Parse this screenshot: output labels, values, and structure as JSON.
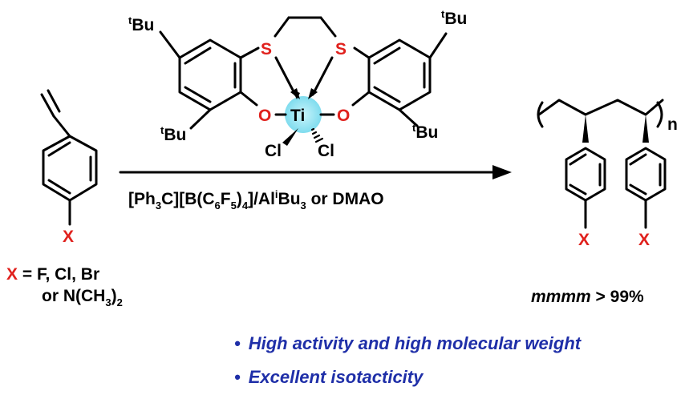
{
  "monomer": {
    "substituent": "X"
  },
  "substituents": {
    "x_symbol": "X",
    "line1": " = F, Cl, Br",
    "line2": "or N(CH",
    "line2_sub": "3",
    "line2_end": ")",
    "line2_sub2": "2"
  },
  "catalyst": {
    "metal": "Ti",
    "sulfur": "S",
    "oxygen": "O",
    "chlorine": "Cl",
    "tbu_sup": "t",
    "tbu_main": "Bu"
  },
  "conditions": {
    "p1": "[Ph",
    "s1": "3",
    "p2": "C][B(C",
    "s2": "6",
    "p3": "F",
    "s3": "5",
    "p4": ")",
    "s4": "4",
    "p5": "]/Al",
    "sup5": "i",
    "p6": "Bu",
    "s6": "3",
    "p7": " or DMAO"
  },
  "polymer": {
    "repeat_index": "n",
    "substituent": "X",
    "tacticity_term": "mmmm",
    "tacticity_value": " > 99%"
  },
  "bullets": [
    {
      "marker": "•",
      "text": "High activity and high molecular weight"
    },
    {
      "marker": "•",
      "text": "Excellent isotacticity"
    }
  ],
  "colors": {
    "heteroatom": "#e0211d",
    "metal_highlight": "#9ee7f3",
    "bullet_text": "#1f2fa8"
  }
}
